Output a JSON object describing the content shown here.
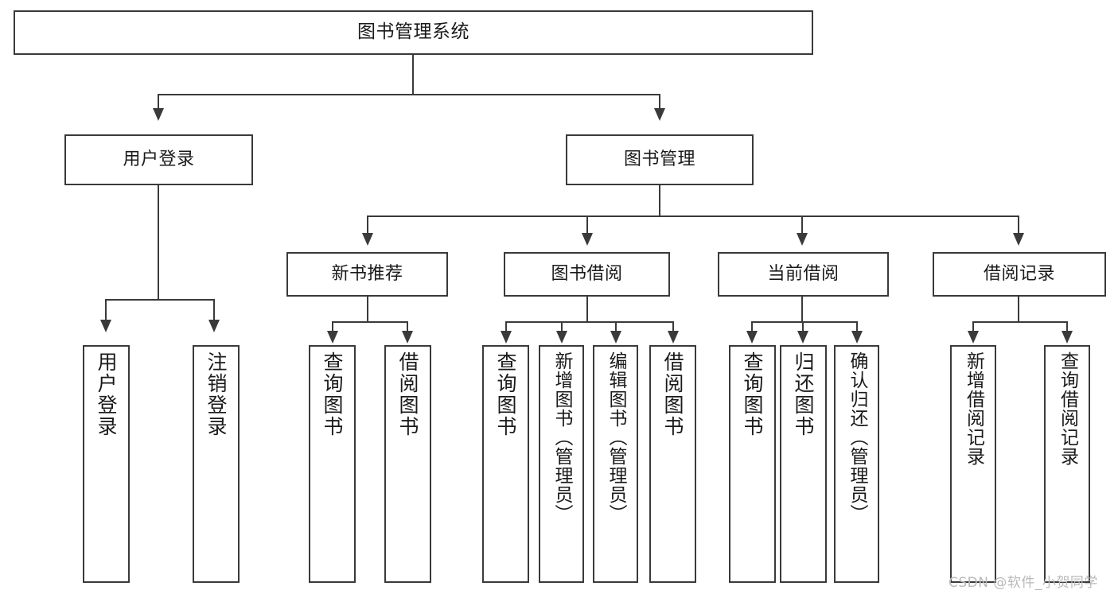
{
  "diagram": {
    "type": "tree",
    "title": "图书管理系统",
    "watermark": "CSDN @软件_小贺同学",
    "colors": {
      "stroke": "#3a3a3a",
      "fill": "#ffffff",
      "text": "#1a1a1a",
      "watermark": "#b9b9b9"
    },
    "levels": {
      "root": "图书管理系统",
      "level2": [
        "用户登录",
        "图书管理"
      ],
      "level3": [
        "新书推荐",
        "图书借阅",
        "当前借阅",
        "借阅记录"
      ]
    },
    "nodes": {
      "root": "图书管理系统",
      "user_login": "用户登录",
      "book_manage": "图书管理",
      "new_book_rec": "新书推荐",
      "book_borrow": "图书借阅",
      "current_borrow": "当前借阅",
      "borrow_record": "借阅记录",
      "leaf_user_login": "用户登录",
      "leaf_logout": "注销登录",
      "leaf_query_book_1": "查询图书",
      "leaf_borrow_book_1": "借阅图书",
      "leaf_query_book_2": "查询图书",
      "leaf_add_book": "新增图书（管理员）",
      "leaf_edit_book": "编辑图书（管理员）",
      "leaf_borrow_book_2": "借阅图书",
      "leaf_query_book_3": "查询图书",
      "leaf_return_book": "归还图书",
      "leaf_confirm_return": "确认归还（管理员）",
      "leaf_add_record": "新增借阅记录",
      "leaf_query_record": "查询借阅记录"
    },
    "edges": [
      {
        "from": "图书管理系统",
        "to": "用户登录"
      },
      {
        "from": "图书管理系统",
        "to": "图书管理"
      },
      {
        "from": "用户登录",
        "to": "用户登录"
      },
      {
        "from": "用户登录",
        "to": "注销登录"
      },
      {
        "from": "图书管理",
        "to": "新书推荐"
      },
      {
        "from": "图书管理",
        "to": "图书借阅"
      },
      {
        "from": "图书管理",
        "to": "当前借阅"
      },
      {
        "from": "图书管理",
        "to": "借阅记录"
      },
      {
        "from": "新书推荐",
        "to": "查询图书"
      },
      {
        "from": "新书推荐",
        "to": "借阅图书"
      },
      {
        "from": "图书借阅",
        "to": "查询图书"
      },
      {
        "from": "图书借阅",
        "to": "新增图书（管理员）"
      },
      {
        "from": "图书借阅",
        "to": "编辑图书（管理员）"
      },
      {
        "from": "图书借阅",
        "to": "借阅图书"
      },
      {
        "from": "当前借阅",
        "to": "查询图书"
      },
      {
        "from": "当前借阅",
        "to": "归还图书"
      },
      {
        "from": "当前借阅",
        "to": "确认归还（管理员）"
      },
      {
        "from": "借阅记录",
        "to": "新增借阅记录"
      },
      {
        "from": "借阅记录",
        "to": "查询借阅记录"
      }
    ]
  }
}
